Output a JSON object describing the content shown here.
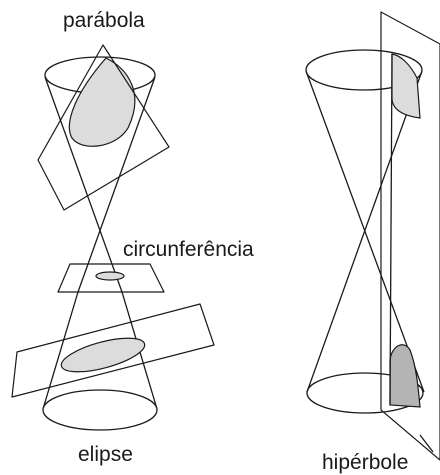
{
  "labels": {
    "parabola": "parábola",
    "circunferencia": "circunferência",
    "elipse": "elipse",
    "hiperbole": "hipérbole"
  },
  "colors": {
    "stroke": "#1a1a1a",
    "section_fill": "#dcdcdc",
    "section_fill_dark": "#b4b4b4",
    "background": "#ffffff"
  }
}
